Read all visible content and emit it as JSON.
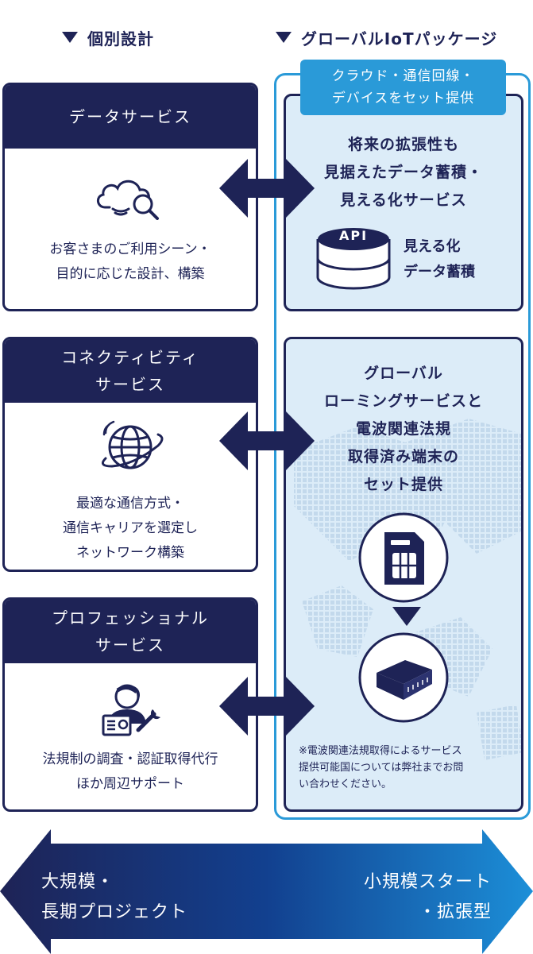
{
  "headers": {
    "custom": "個別設計",
    "package": "グローバルIoTパッケージ"
  },
  "package_badge": {
    "line1": "クラウド・通信回線・",
    "line2": "デバイスをセット提供"
  },
  "left_cards": [
    {
      "title_lines": [
        "データサービス"
      ],
      "icon": "cloud-search-icon",
      "desc_lines": [
        "お客さまのご利用シーン・",
        "目的に応じた設計、構築"
      ]
    },
    {
      "title_lines": [
        "コネクティビティ",
        "サービス"
      ],
      "icon": "globe-orbit-icon",
      "desc_lines": [
        "最適な通信方式・",
        "通信キャリアを選定し",
        "ネットワーク構築"
      ]
    },
    {
      "title_lines": [
        "プロフェッショナル",
        "サービス"
      ],
      "icon": "consultant-icon",
      "desc_lines": [
        "法規制の調査・認証取得代行",
        "ほか周辺サポート"
      ]
    }
  ],
  "data_panel": {
    "title_lines": [
      "将来の拡張性も",
      "見据えたデータ蓄積・",
      "見える化サービス"
    ],
    "db_label": "API",
    "db_icon": "database-icon",
    "side_lines": [
      "見える化",
      "データ蓄積"
    ]
  },
  "connectivity_panel": {
    "title_lines": [
      "グローバル",
      "ローミングサービスと",
      "電波関連法規",
      "取得済み端末の",
      "セット提供"
    ],
    "sim_icon": "sim-card-icon",
    "device_icon": "iot-device-icon",
    "note_lines": [
      "※電波関連法規取得によるサービス",
      "提供可能国については弊社までお問",
      "い合わせください。"
    ]
  },
  "scale_arrow": {
    "left_line1": "大規模・",
    "left_line2": "長期プロジェクト",
    "right_line1": "小規模スタート",
    "right_line2": "・拡張型"
  },
  "colors": {
    "navy": "#1e2356",
    "accent_blue": "#2a9ad8",
    "panel_bg": "#dcecf8"
  }
}
